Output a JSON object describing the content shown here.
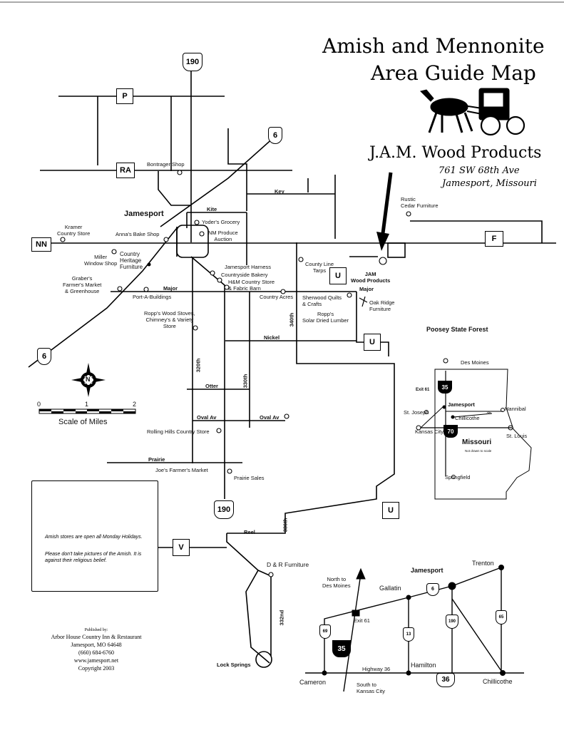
{
  "title": {
    "line1": "Amish and Mennonite",
    "line2": "Area Guide Map",
    "company": "J.A.M. Wood Products",
    "address": "761 SW 68th Ave",
    "city": "Jamesport, Missouri"
  },
  "shields": {
    "p": "P",
    "ra": "RA",
    "nn": "NN",
    "f": "F",
    "u1": "U",
    "u2": "U",
    "u3": "U",
    "v": "V",
    "hwy190_top": "190",
    "hwy6_top": "6",
    "hwy6_left": "6",
    "hwy190_bottom": "190"
  },
  "roads": {
    "key": "Key",
    "kite": "Kite",
    "major": "Major",
    "nickel": "Nickel",
    "otter": "Otter",
    "oval_av1": "Oval Av",
    "oval_av2": "Oval Av",
    "prairie": "Prairie",
    "reel": "Reel",
    "r320th": "320th",
    "r330th": "330th",
    "r340th": "340th",
    "r336th": "336th",
    "r332nd": "332nd"
  },
  "places": {
    "jamesport": "Jamesport",
    "bontrager": "Bontrager Shop",
    "rustic": "Rustic\nCedar Furniture",
    "kramer": "Kramer\nCountry Store",
    "yoders": "Yoder's Grocery",
    "annas": "Anna's Bake Shop",
    "nm_produce": "NM Produce\nAuction",
    "miller": "Miller\nWindow Shop",
    "country_heritage": "Country\nHeritage\nFurniture",
    "county_line": "County Line\nTarps",
    "jam": "JAM\nWood Products",
    "harness": "Jamesport Harness",
    "bakery": "Countryside Bakery",
    "hm": "H&M Country Store\n& Fabric Barn",
    "grabers": "Graber's\nFarmer's Market\n& Greenhouse",
    "port_a": "Port-A-Buildings",
    "country_acres": "Country Acres",
    "sherwood": "Sherwood Quilts\n& Crafts",
    "oak_ridge": "Oak Ridge\nFurniture",
    "ropps_lumber": "Ropp's\nSolar Dried Lumber",
    "ropps_stoves": "Ropp's Wood Stoves,\nChimney's & Variety\nStore",
    "rolling_hills": "Rolling Hills Country Store",
    "joes": "Joe's Farmer's Market",
    "prairie_sales": "Prairie Sales",
    "dr_furniture": "D & R Furniture",
    "lock_springs": "Lock Springs"
  },
  "scale": {
    "t0": "0",
    "t1": "1",
    "t2": "2",
    "label": "Scale of Miles"
  },
  "compass": {
    "north": "N"
  },
  "note": {
    "line1": "Amish stores are open all Monday Holidays.",
    "line2": "Please don't take pictures of the Amish. It is against their religious belief."
  },
  "publisher": {
    "heading": "Published by:",
    "name": "Arbor House Country Inn & Restaurant",
    "city": "Jamesport, MO 64648",
    "phone": "(660) 684-6760",
    "web": "www.jamesport.net",
    "copyright": "Copyright 2003"
  },
  "inset_state": {
    "title": "Poosey State Forest",
    "des_moines": "Des Moines",
    "exit61": "Exit 61",
    "jamesport": "Jamesport",
    "st_joseph": "St. Joseph",
    "chillicothe": "Chillicothe",
    "hannibal": "Hannibal",
    "kansas_city": "Kansas City",
    "st_louis": "St. Louis",
    "missouri": "Missouri",
    "not_to_scale": "Not drawn to scale",
    "springfield": "Springfield",
    "i35": "35",
    "i70": "70",
    "r36": "36"
  },
  "inset_region": {
    "jamesport": "Jamesport",
    "trenton": "Trenton",
    "north": "North to\nDes Moines",
    "gallatin": "Gallatin",
    "exit61": "Exit 61",
    "hamilton": "Hamilton",
    "highway36": "Highway 36",
    "cameron": "Cameron",
    "south": "South to\nKansas City",
    "chillicothe": "Chillicothe",
    "i35": "35",
    "r36": "36",
    "r6": "6",
    "r69": "69",
    "r13": "13",
    "r190": "190",
    "r65": "65"
  },
  "colors": {
    "ink": "#000000",
    "paper": "#ffffff"
  },
  "icons": [
    "amish-buggy-icon",
    "compass-rose-icon",
    "location-arrow-icon"
  ]
}
